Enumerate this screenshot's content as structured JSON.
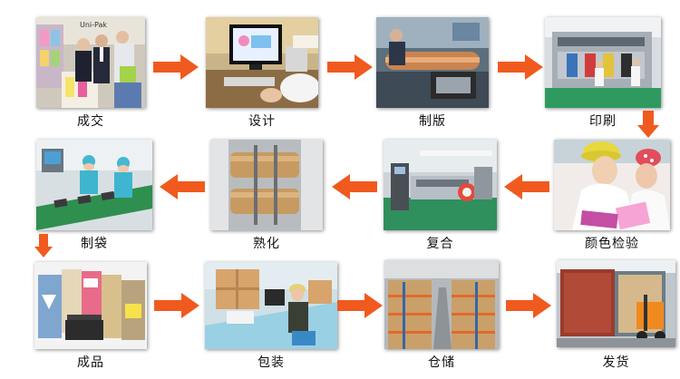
{
  "colors": {
    "arrow": "#f05a1f",
    "text": "#111111"
  },
  "steps": [
    {
      "id": "deal",
      "label": "成交"
    },
    {
      "id": "design",
      "label": "设计"
    },
    {
      "id": "plate",
      "label": "制版"
    },
    {
      "id": "print",
      "label": "印刷"
    },
    {
      "id": "color-check",
      "label": "颜色检验"
    },
    {
      "id": "lamination",
      "label": "复合"
    },
    {
      "id": "curing",
      "label": "熟化"
    },
    {
      "id": "bag-making",
      "label": "制袋"
    },
    {
      "id": "finished",
      "label": "成品"
    },
    {
      "id": "packing",
      "label": "包装"
    },
    {
      "id": "warehouse",
      "label": "仓储"
    },
    {
      "id": "shipping",
      "label": "发货"
    }
  ],
  "flow": [
    [
      "deal",
      "design"
    ],
    [
      "design",
      "plate"
    ],
    [
      "plate",
      "print"
    ],
    [
      "print",
      "color-check"
    ],
    [
      "color-check",
      "lamination"
    ],
    [
      "lamination",
      "curing"
    ],
    [
      "curing",
      "bag-making"
    ],
    [
      "bag-making",
      "finished"
    ],
    [
      "finished",
      "packing"
    ],
    [
      "packing",
      "warehouse"
    ],
    [
      "warehouse",
      "shipping"
    ]
  ],
  "photo_texts": {
    "booth_sign": "Uni-Pak"
  }
}
